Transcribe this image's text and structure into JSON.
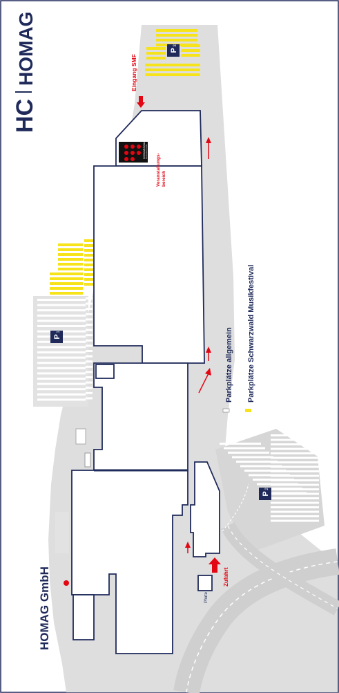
{
  "brand": {
    "logo_mark": "HC",
    "logo_word": "HOMAG",
    "company_name": "HOMAG GmbH",
    "color_navy": "#1f2a5a",
    "color_red": "#e30613"
  },
  "parking": {
    "p1": {
      "letter": "P",
      "sub": "1"
    },
    "p2": {
      "letter": "P",
      "sub": "2"
    },
    "p3": {
      "letter": "P",
      "sub": "3"
    },
    "color_general": "#ffffff",
    "color_festival": "#f7e31a"
  },
  "labels": {
    "entrance_smf": "Eingang SMF",
    "event_area_line1": "Veranstaltungs-",
    "event_area_line2": "bereich",
    "access": "Zufahrt",
    "gate": "Pforte"
  },
  "event_logo": {
    "line1": "SCHWARZWALD",
    "line2": "MUSIKFESTIVAL"
  },
  "legend": {
    "items": [
      {
        "label": "Parkplätze allgemein",
        "color": "#ffffff"
      },
      {
        "label": "Parkplätze Schwarzwald Musikfestival",
        "color": "#f7e31a"
      }
    ]
  }
}
